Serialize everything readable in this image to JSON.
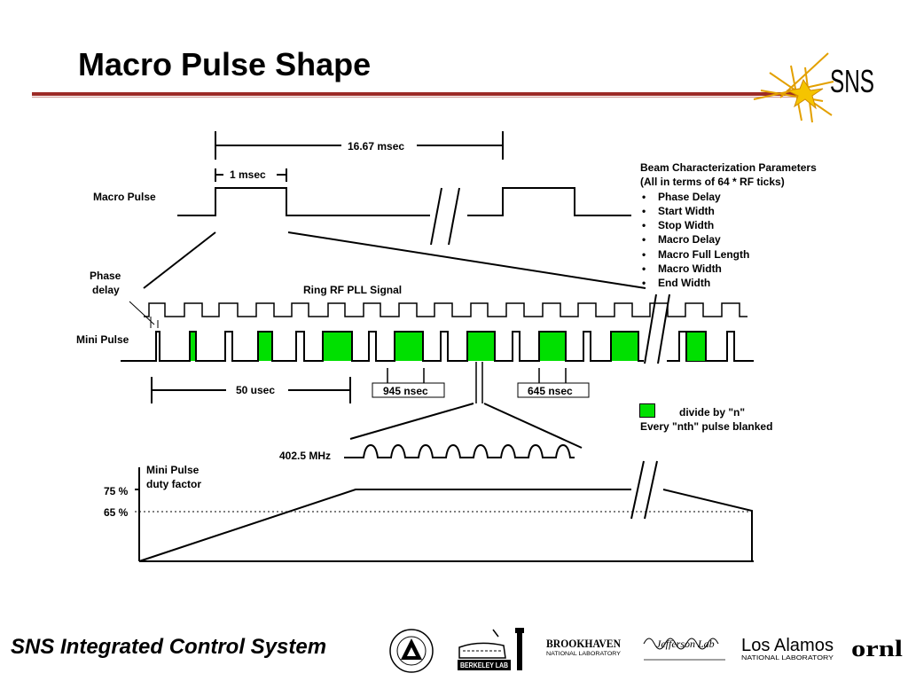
{
  "title": "Macro Pulse Shape",
  "footer": "SNS Integrated Control System",
  "sns_logo_text": "SNS",
  "labels": {
    "macro_pulse": "Macro Pulse",
    "period": "16.67 msec",
    "width": "1 msec",
    "phase_delay_1": "Phase",
    "phase_delay_2": "delay",
    "ring_rf": "Ring RF PLL Signal",
    "mini_pulse": "Mini Pulse",
    "usec50": "50 usec",
    "nsec945": "945 nsec",
    "nsec645": "645 nsec",
    "mhz": "402.5 MHz",
    "duty_1": "Mini Pulse",
    "duty_2": "duty factor",
    "pct75": "75 %",
    "pct65": "65 %"
  },
  "params": {
    "heading": "Beam Characterization Parameters",
    "subheading": "(All in terms of 64 * RF ticks)",
    "items": [
      "Phase Delay",
      "Start Width",
      "Stop Width",
      "Macro Delay",
      "Macro Full Length",
      "Macro Width",
      "End Width"
    ]
  },
  "legend": {
    "line1": "divide by \"n\"",
    "line2": "Every \"nth\" pulse blanked",
    "color": "#00e000"
  },
  "colors": {
    "accent": "#9c2a26",
    "green": "#00e000",
    "star": "#f5c400"
  },
  "logos": {
    "berkeley": "BERKELEY LAB",
    "brookhaven_1": "BROOKHAVEN",
    "brookhaven_2": "NATIONAL LABORATORY",
    "jefferson": "Jefferson Lab",
    "los_alamos_1": "Los Alamos",
    "los_alamos_2": "NATIONAL LABORATORY",
    "ornl": "ornl"
  }
}
